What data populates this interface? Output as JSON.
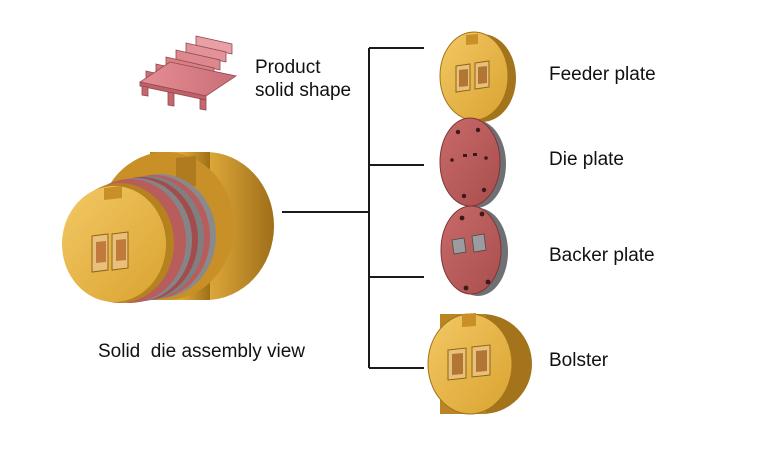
{
  "labels": {
    "product": "Product\nsolid shape",
    "assembly": "Solid  die assembly view",
    "feeder_plate": "Feeder plate",
    "die_plate": "Die plate",
    "backer_plate": "Backer plate",
    "bolster": "Bolster"
  },
  "icons": {
    "product": "extruded-heatsink-profile",
    "assembly": "die-assembly-stack",
    "feeder_plate": "feeder-plate-disc",
    "die_plate": "die-plate-disc",
    "backer_plate": "backer-plate-disc",
    "bolster": "bolster-block"
  },
  "colors": {
    "gold": "#d9a330",
    "gold_light": "#eec261",
    "gold_dark": "#a3741c",
    "die_red": "#b85c5c",
    "die_red_dark": "#7d3636",
    "steel_gray": "#7f7f82",
    "product_pink": "#d97f86",
    "connector_line": "#1a1a1a"
  }
}
